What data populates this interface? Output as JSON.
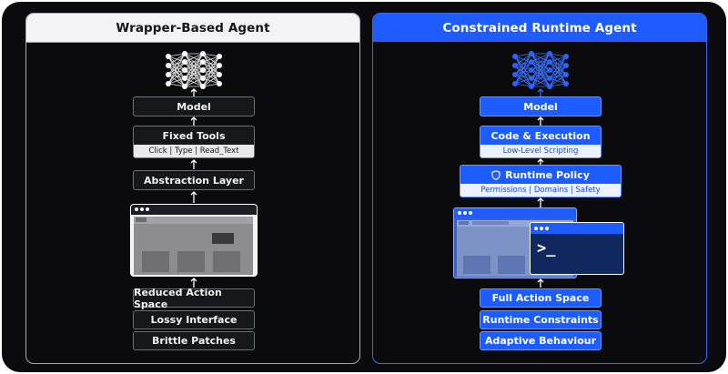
{
  "left": {
    "title": "Wrapper-Based Agent",
    "model": "Model",
    "fixed_tools": "Fixed Tools",
    "fixed_tools_sub": "Click | Type | Read_Text",
    "abstraction": "Abstraction Layer",
    "reduced": "Reduced Action Space",
    "lossy": "Lossy Interface",
    "brittle": "Brittle Patches"
  },
  "right": {
    "title": "Constrained Runtime Agent",
    "model": "Model",
    "code_exec": "Code & Execution",
    "code_exec_sub": "Low-Level Scripting",
    "policy": "Runtime Policy",
    "policy_sub": "Permissions | Domains | Safety",
    "terminal_prompt": ">_",
    "full": "Full Action Space",
    "constraints": "Runtime Constraints",
    "adaptive": "Adaptive Behaviour"
  },
  "colors": {
    "accent_blue": "#1d5cff",
    "panel_bg": "#0b0b0d",
    "left_border": "#a9a9ad"
  },
  "icons": {
    "network": "neural-network-icon",
    "shield": "shield-icon",
    "terminal": "terminal-prompt-icon",
    "arrow": "arrow-up-icon"
  }
}
